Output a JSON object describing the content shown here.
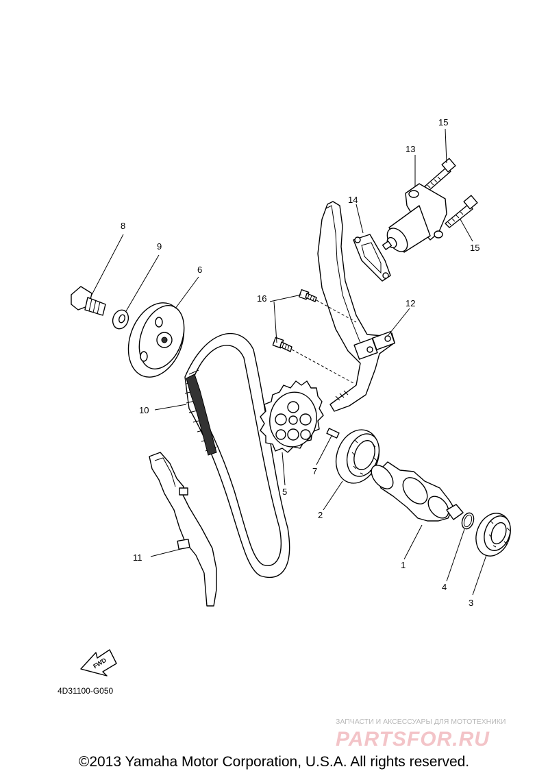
{
  "diagram": {
    "callouts": {
      "p1": "1",
      "p2": "2",
      "p3": "3",
      "p4": "4",
      "p5": "5",
      "p6": "6",
      "p7": "7",
      "p8": "8",
      "p9": "9",
      "p10": "10",
      "p11": "11",
      "p12": "12",
      "p13": "13",
      "p14": "14",
      "p15a": "15",
      "p15b": "15",
      "p16": "16"
    },
    "fwd_label": "FWD",
    "diagram_code": "4D31100-G050"
  },
  "watermark": {
    "tagline": "ЗАПЧАСТИ И АКСЕССУАРЫ ДЛЯ МОТОТЕХНИКИ",
    "brand": "PARTSFOR.RU",
    "brand_color": "#e8a2a8"
  },
  "footer": {
    "copyright": "©2013 Yamaha Motor Corporation, U.S.A. All rights reserved."
  }
}
